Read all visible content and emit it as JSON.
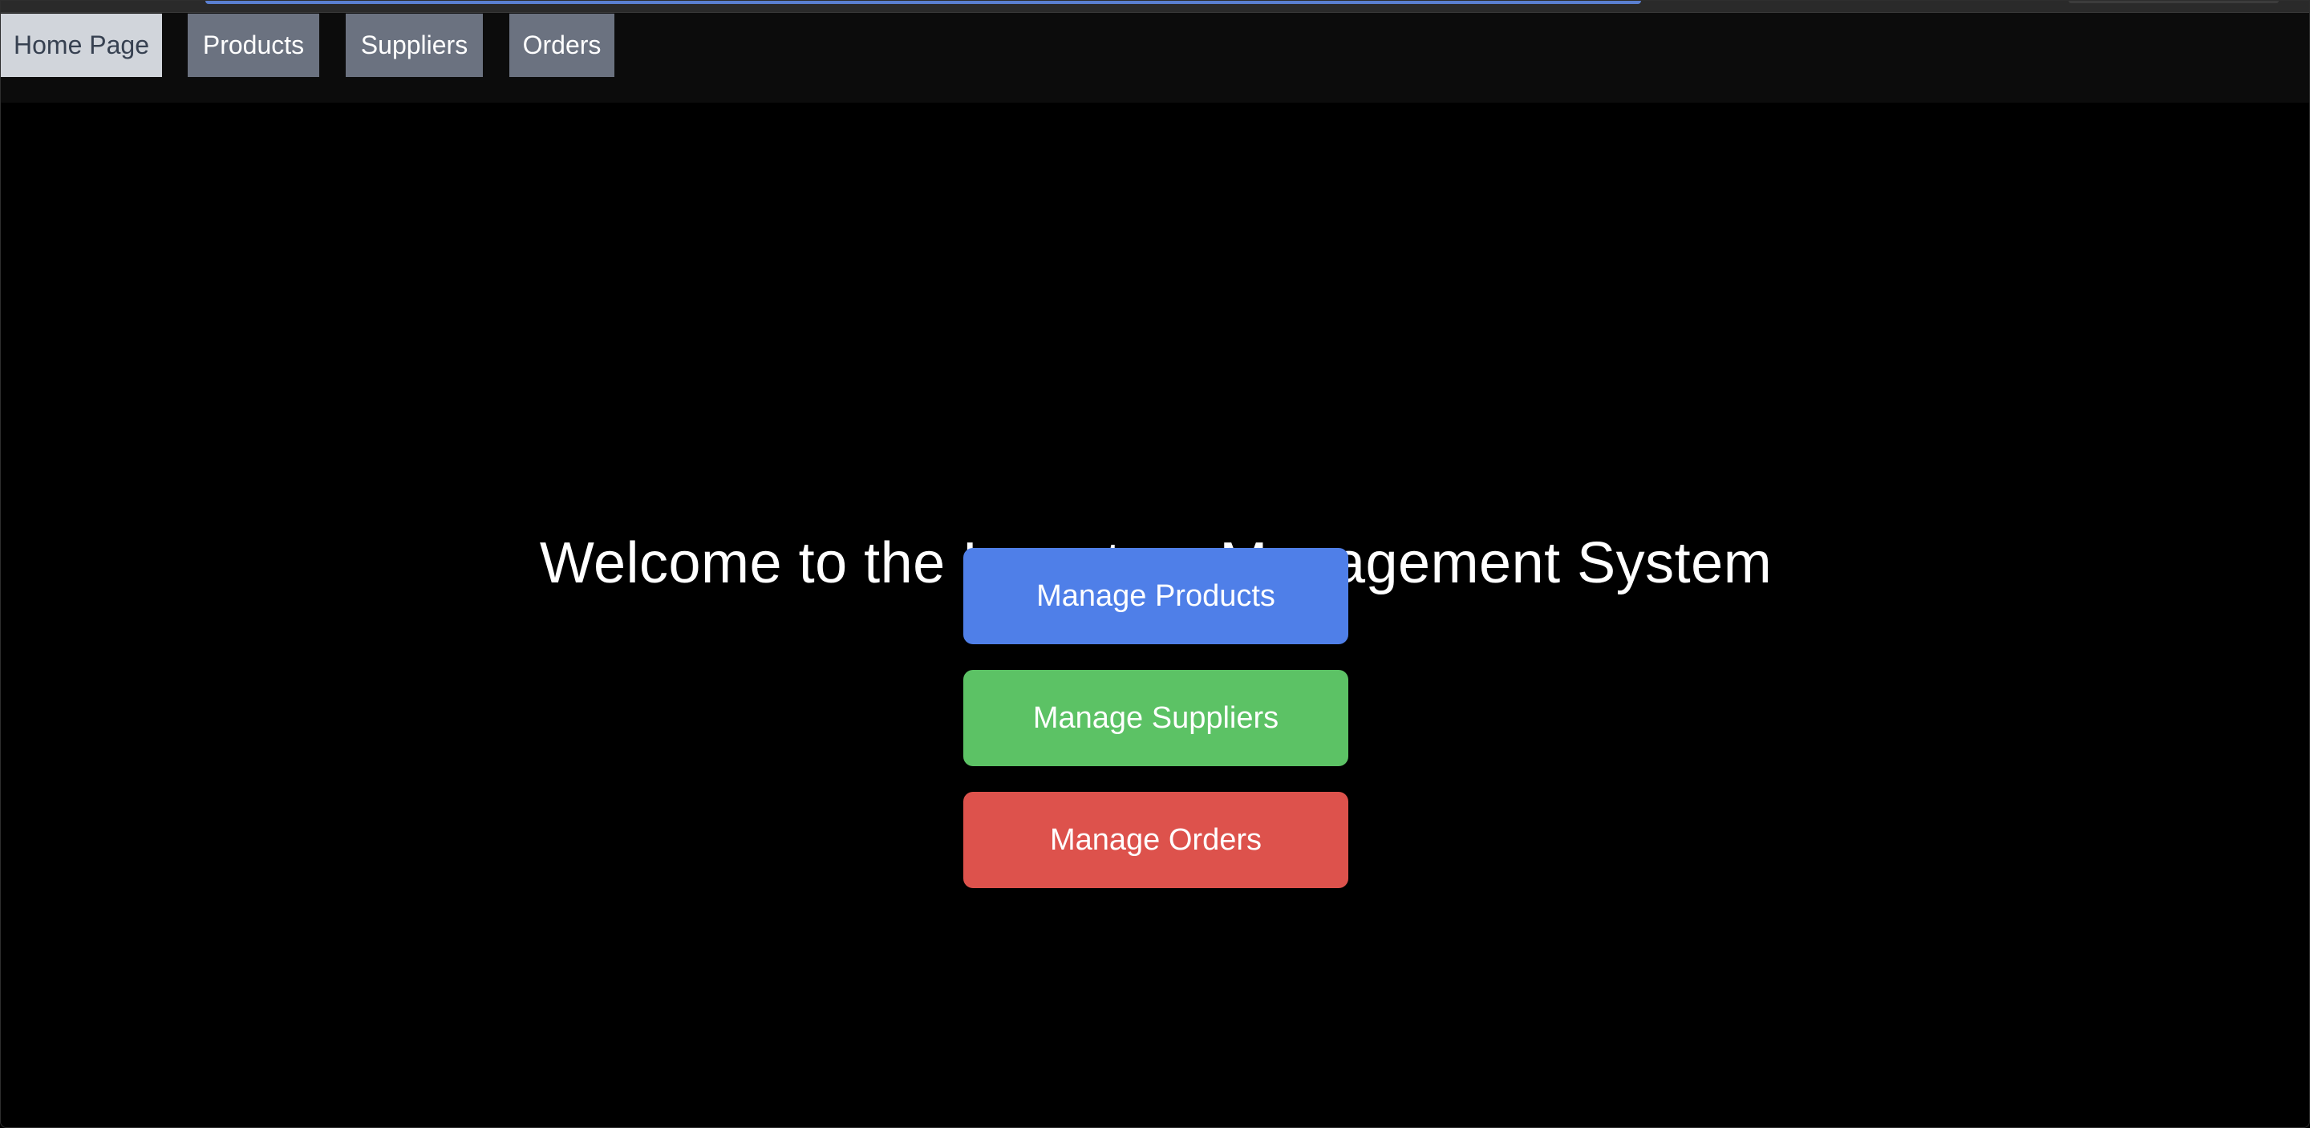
{
  "nav": {
    "tabs": [
      {
        "label": "Home Page",
        "active": true
      },
      {
        "label": "Products",
        "active": false
      },
      {
        "label": "Suppliers",
        "active": false
      },
      {
        "label": "Orders",
        "active": false
      }
    ]
  },
  "main": {
    "title": "Welcome to the Inventory Management System",
    "buttons": [
      {
        "label": "Manage Products",
        "color": "#4f7fe8"
      },
      {
        "label": "Manage Suppliers",
        "color": "#5cc265"
      },
      {
        "label": "Manage Orders",
        "color": "#dd524c"
      }
    ]
  },
  "colors": {
    "background": "#000000",
    "navbar": "#0c0c0c",
    "tab_inactive": "#6b7280",
    "tab_active": "#d1d5db"
  }
}
